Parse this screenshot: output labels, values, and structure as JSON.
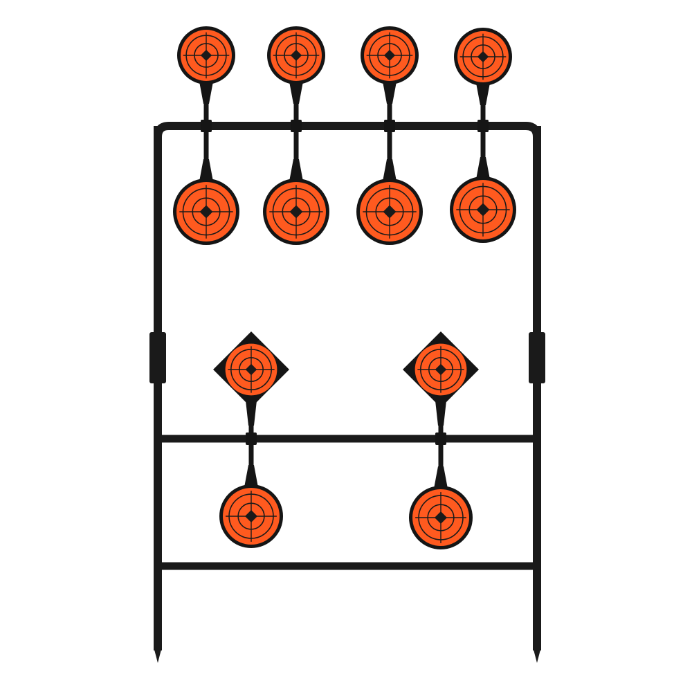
{
  "scene": {
    "subject": "spinner-target-stand",
    "background_color": "#ffffff",
    "frame_color": "#1a1a1a",
    "target_face_color": "#ff5a1f",
    "target_line_color": "#1a1a1a",
    "target_plate_color": "#151515",
    "icons": {
      "round_target": "bullseye-target-icon",
      "diamond_target": "diamond-target-icon",
      "frame": "stand-frame-icon"
    },
    "counts": {
      "upper_spinners": 4,
      "lower_spinners": 2,
      "round_targets": 10,
      "diamond_targets": 2
    }
  }
}
